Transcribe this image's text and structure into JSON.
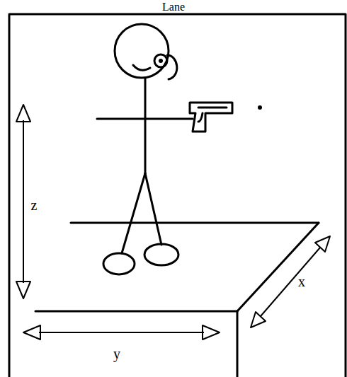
{
  "diagram": {
    "title": "Lane",
    "labels": [
      "z",
      "y",
      "x"
    ]
  }
}
